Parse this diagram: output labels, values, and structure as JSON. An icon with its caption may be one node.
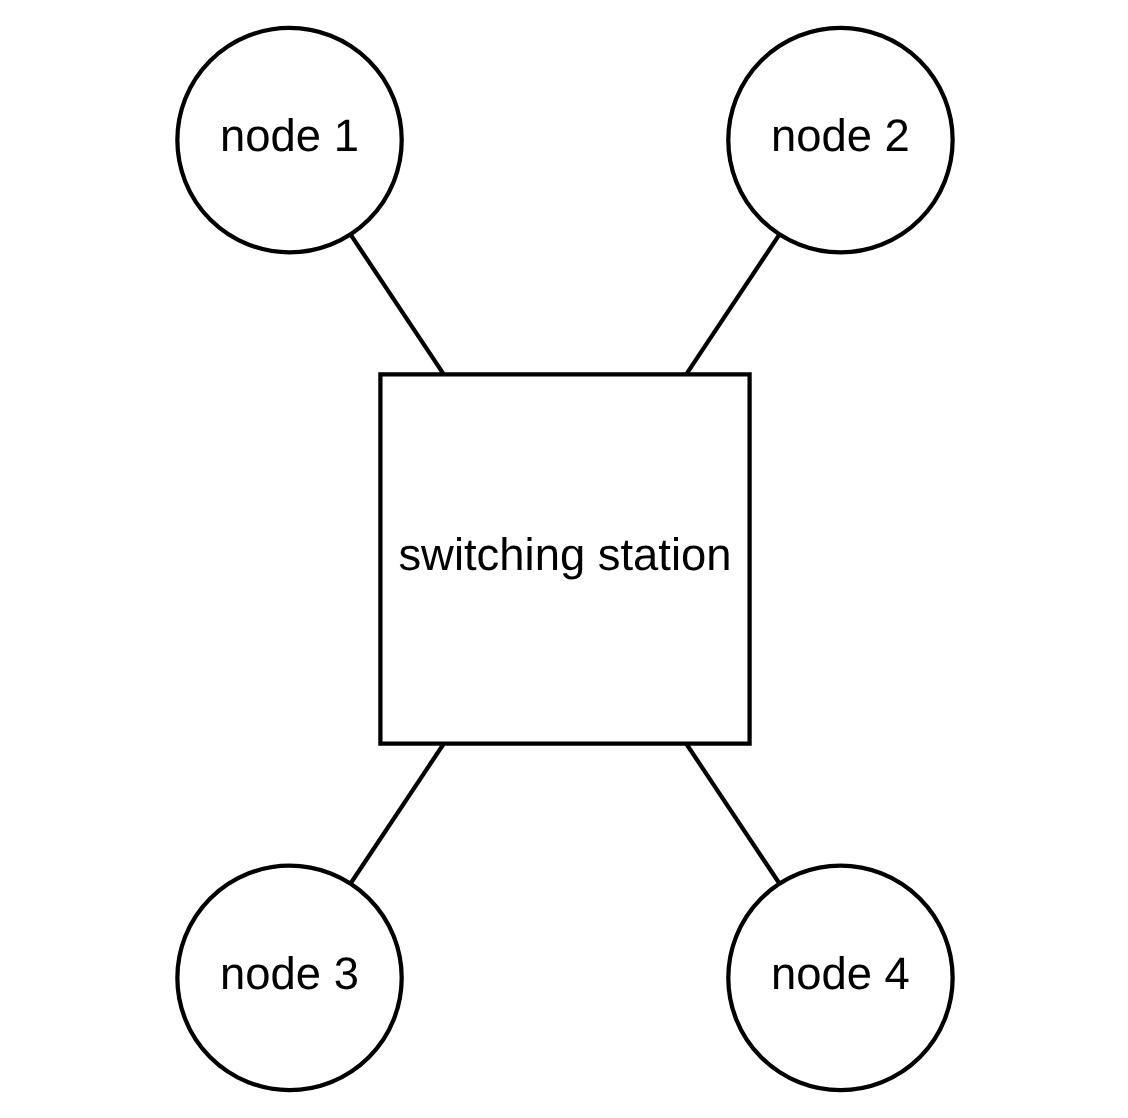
{
  "diagram": {
    "nodes": [
      {
        "text": [
          "node 1"
        ]
      },
      {
        "text": [
          "node 2"
        ]
      },
      {
        "text": [
          "switching station"
        ]
      },
      {
        "text": [
          "node 3"
        ]
      },
      {
        "text": [
          "node 4"
        ]
      }
    ],
    "edges": [
      {
        "from": 0,
        "to": 2,
        "arrow": "none"
      },
      {
        "from": 1,
        "to": 2,
        "arrow": "none"
      },
      {
        "from": 2,
        "to": 3,
        "arrow": "none"
      },
      {
        "from": 2,
        "to": 4,
        "arrow": "none"
      }
    ]
  }
}
